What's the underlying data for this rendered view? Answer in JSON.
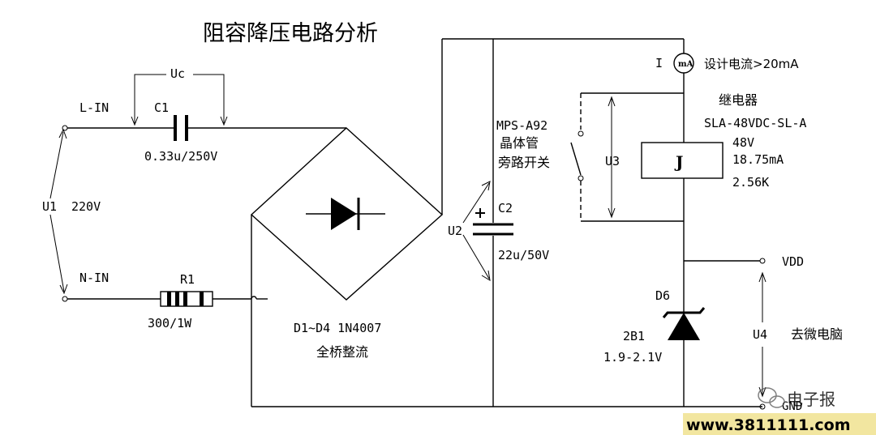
{
  "title": "阻容降压电路分析",
  "labels": {
    "uc": "Uc",
    "l_in": "L-IN",
    "c1": "C1",
    "c1_value": "0.33u/250V",
    "u1": "U1",
    "u1_value": "220V",
    "n_in": "N-IN",
    "r1": "R1",
    "r1_value": "300/1W",
    "bridge": "D1~D4  1N4007",
    "bridge_desc": "全桥整流",
    "transistor_model": "MPS-A92",
    "transistor_desc_1": "晶体管",
    "transistor_desc_2": "旁路开关",
    "u2": "U2",
    "c2": "C2",
    "c2_value": "22u/50V",
    "ammeter_label": "I",
    "ammeter_symbol": "mA",
    "design_current": "设计电流>20mA",
    "relay_title": "继电器",
    "relay_model": "SLA-48VDC-SL-A",
    "u3": "U3",
    "relay_symbol": "J",
    "relay_voltage": "48V",
    "relay_current": "18.75mA",
    "relay_resistance": "2.56K",
    "vdd": "VDD",
    "d6": "D6",
    "d6_model": "2B1",
    "d6_voltage": "1.9-2.1V",
    "u4": "U4",
    "u4_desc": "去微电脑",
    "gnd": "GND",
    "watermark": "电子报",
    "website": "www.3811111.com"
  },
  "colors": {
    "line": "#000000",
    "website_text": "#1a1aff",
    "website_bg": "#f2e6a0"
  }
}
